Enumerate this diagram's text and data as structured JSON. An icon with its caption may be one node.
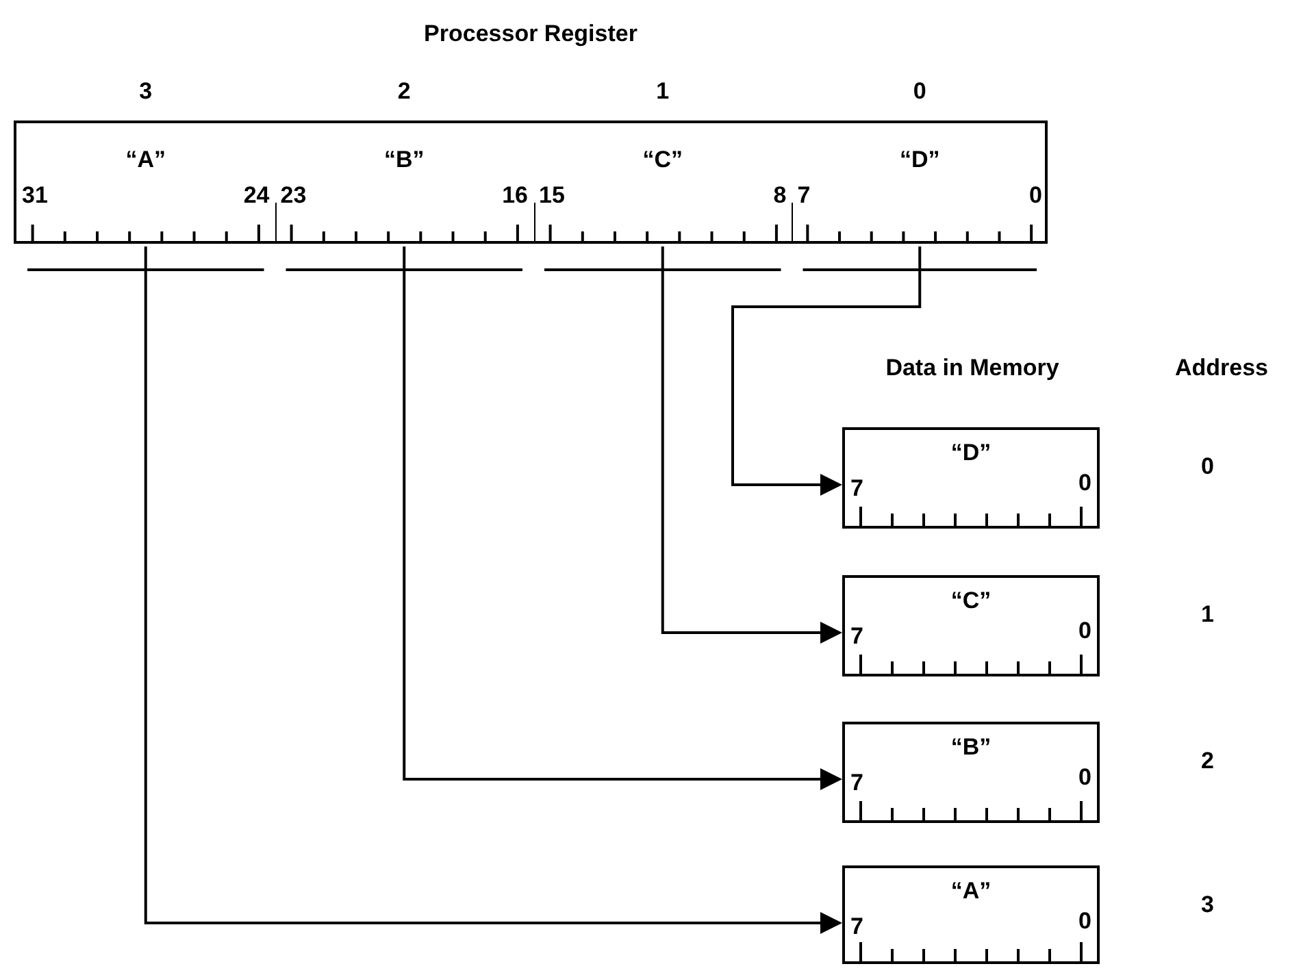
{
  "diagram": {
    "nodes": [
      {
        "text": [
          "Processor Register"
        ]
      },
      {
        "text": [
          "“A”",
          "31",
          "24"
        ],
        "in": 0,
        "beside": [
          "3"
        ]
      },
      {
        "text": [
          "“B”",
          "23",
          "16"
        ],
        "in": 0,
        "beside": [
          "2"
        ]
      },
      {
        "text": [
          "“C”",
          "15",
          "8"
        ],
        "in": 0,
        "beside": [
          "1"
        ]
      },
      {
        "text": [
          "“D”",
          "7",
          "0"
        ],
        "in": 0,
        "beside": [
          "0"
        ]
      },
      {
        "text": [
          "“D”",
          "7",
          "0"
        ]
      },
      {
        "text": [
          "“C”",
          "7",
          "0"
        ]
      },
      {
        "text": [
          "“B”",
          "7",
          "0"
        ]
      },
      {
        "text": [
          "“A”",
          "7",
          "0"
        ]
      }
    ],
    "edges": [
      {
        "from": 4,
        "to": 5,
        "arrow": "to"
      },
      {
        "from": 3,
        "to": 6,
        "arrow": "to"
      },
      {
        "from": 2,
        "to": 7,
        "arrow": "to"
      },
      {
        "from": 1,
        "to": 8,
        "arrow": "to"
      }
    ],
    "labels": [
      "Data in Memory",
      "Address",
      "0",
      "1",
      "2",
      "3"
    ]
  }
}
